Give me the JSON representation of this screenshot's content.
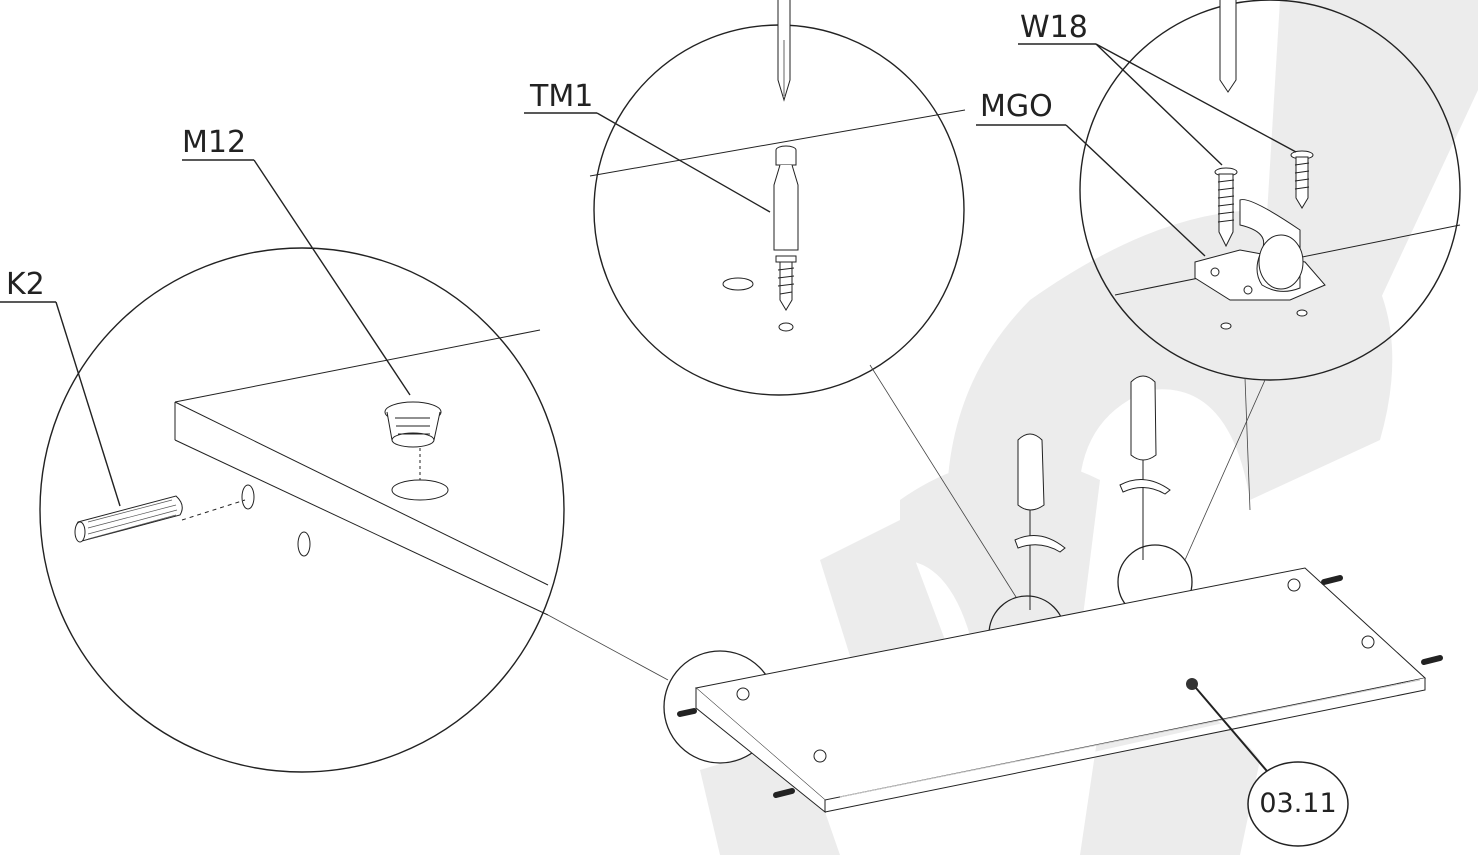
{
  "callouts": {
    "k2": "K2",
    "m12": "M12",
    "tm1": "TM1",
    "mgo": "MGO",
    "w18": "W18",
    "part_number": "03.11"
  },
  "colors": {
    "line": "#222222",
    "watermark": "#ececec",
    "board_edge": "#c9c9c9",
    "dowel": "#555555"
  },
  "icons": [
    "screwdriver-icon",
    "cam-lock-icon",
    "dowel-icon",
    "screw-icon",
    "connector-bolt-icon",
    "hinge-icon"
  ]
}
